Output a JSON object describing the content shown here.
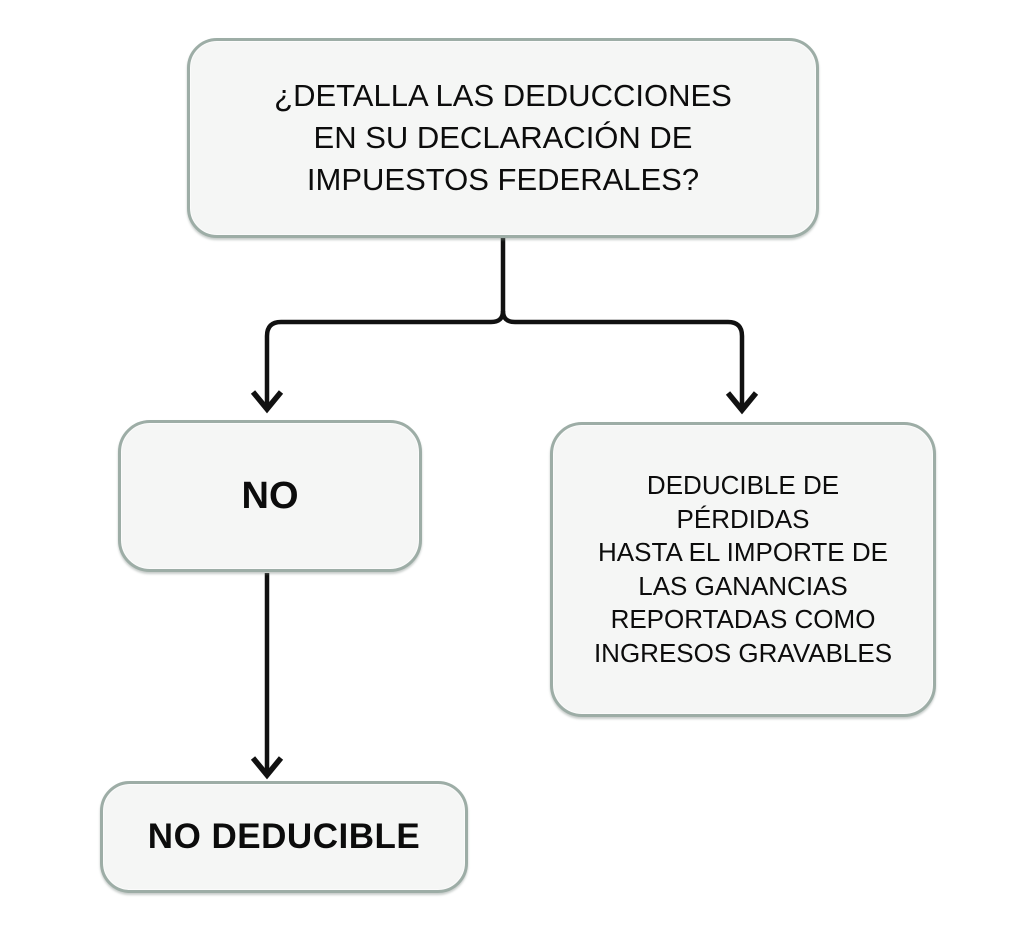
{
  "diagram": {
    "type": "flowchart",
    "language": "es",
    "colors": {
      "background": "#ffffff",
      "box_fill": "#f5f6f5",
      "box_border": "#9dada6",
      "arrow": "#111111",
      "text": "#0c0c0c"
    },
    "nodes": [
      {
        "id": "question",
        "role": "decision",
        "label": "¿DETALLA LAS DEDUCCIONES EN SU DECLARACIÓN DE IMPUESTOS FEDERALES?",
        "lines": [
          "¿DETALLA LAS DEDUCCIONES",
          "EN SU DECLARACIÓN DE",
          "IMPUESTOS FEDERALES?"
        ],
        "emphasis": "normal"
      },
      {
        "id": "no",
        "role": "branch-answer",
        "label": "NO",
        "lines": [
          "NO"
        ],
        "emphasis": "bold"
      },
      {
        "id": "loss-deductible",
        "role": "outcome",
        "label": "DEDUCIBLE DE PÉRDIDAS HASTA EL IMPORTE DE LAS GANANCIAS REPORTADAS COMO INGRESOS GRAVABLES",
        "lines": [
          "DEDUCIBLE DE",
          "PÉRDIDAS",
          "HASTA EL IMPORTE DE",
          "LAS GANANCIAS",
          "REPORTADAS COMO",
          "INGRESOS GRAVABLES"
        ],
        "emphasis": "normal"
      },
      {
        "id": "not-deductible",
        "role": "outcome",
        "label": "NO DEDUCIBLE",
        "lines": [
          "NO DEDUCIBLE"
        ],
        "emphasis": "bold"
      }
    ],
    "edges": [
      {
        "from": "question",
        "to": "no",
        "style": "arrow"
      },
      {
        "from": "question",
        "to": "loss-deductible",
        "style": "arrow"
      },
      {
        "from": "no",
        "to": "not-deductible",
        "style": "arrow"
      }
    ]
  }
}
